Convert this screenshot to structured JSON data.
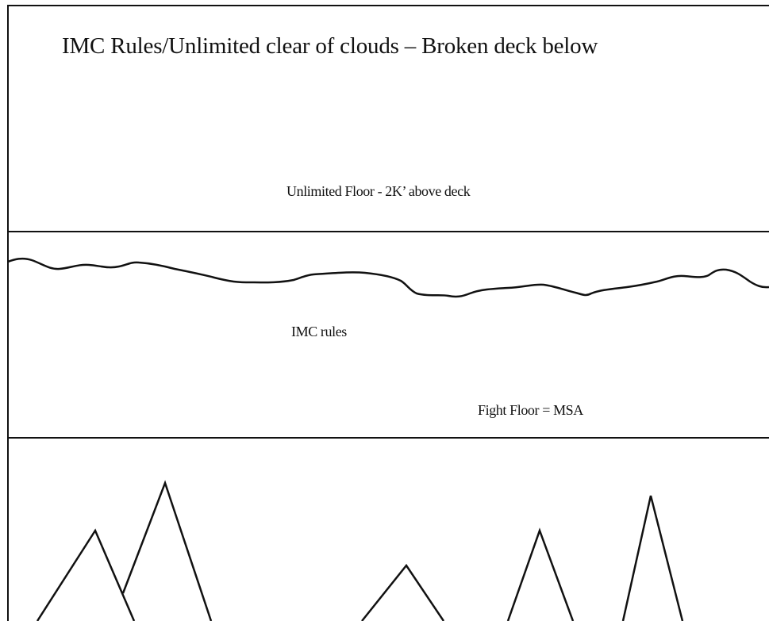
{
  "diagram": {
    "title": "IMC Rules/Unlimited clear of clouds – Broken deck below",
    "upper_zone_label": "Unlimited Floor - 2K’ above deck",
    "middle_zone_label": "IMC rules",
    "lower_zone_label": "Fight Floor = MSA",
    "line_color": "#111111",
    "background_color": "#ffffff"
  }
}
